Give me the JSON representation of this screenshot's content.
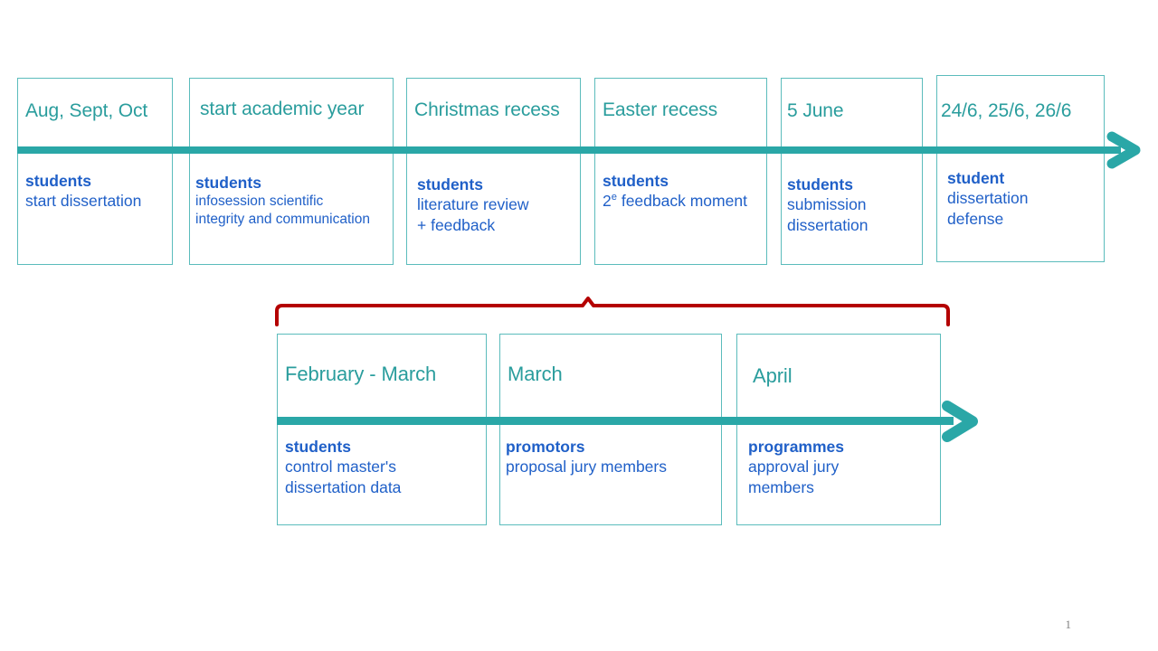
{
  "slide": {
    "page_number": "1",
    "colors": {
      "axis_teal": "#2aa7a7",
      "box_border_teal": "#5bbcbc",
      "header_teal": "#2a9d9d",
      "body_blue": "#2060c8",
      "bracket_red": "#b40000",
      "page_number_gray": "#808080",
      "background": "#ffffff"
    }
  },
  "timeline_top": {
    "name": "dissertation-main-timeline",
    "arrow_direction": "right",
    "milestones": [
      {
        "period": "Aug, Sept, Oct",
        "role": "students",
        "detail_lines": [
          "start dissertation"
        ]
      },
      {
        "period": "start academic year",
        "role": "students",
        "detail_lines": [
          "infosession scientific",
          "integrity and communication"
        ]
      },
      {
        "period": "Christmas recess",
        "role": "students",
        "detail_lines": [
          "literature review",
          "+ feedback"
        ]
      },
      {
        "period": "Easter recess",
        "role": "students",
        "detail_lines": [
          "2e feedback moment"
        ],
        "detail_has_superscript": true,
        "detail_superscript_base": "2",
        "detail_superscript_mark": "e",
        "detail_superscript_rest": " feedback moment"
      },
      {
        "period": "5 June",
        "role": "students",
        "detail_lines": [
          "submission",
          "dissertation"
        ]
      },
      {
        "period": "24/6, 25/6, 26/6",
        "role": "student",
        "detail_lines": [
          "dissertation",
          "defense"
        ]
      }
    ]
  },
  "timeline_bottom": {
    "name": "jury-preparation-timeline",
    "arrow_direction": "right",
    "bracket": {
      "name": "red-grouping-bracket",
      "tick": "center-up"
    },
    "milestones": [
      {
        "period": "February - March",
        "role": "students",
        "detail_lines": [
          "control master's",
          "dissertation data"
        ]
      },
      {
        "period": "March",
        "role": "promotors",
        "detail_lines": [
          "proposal jury members"
        ]
      },
      {
        "period": "April",
        "role": "programmes",
        "detail_lines": [
          "approval jury",
          "members"
        ]
      }
    ]
  }
}
